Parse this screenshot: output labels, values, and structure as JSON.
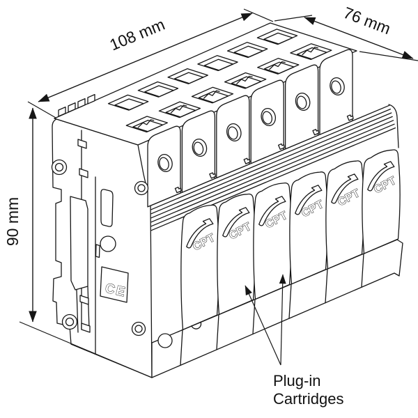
{
  "dimensions": {
    "width_label": "108 mm",
    "depth_label": "76 mm",
    "height_label": "90 mm"
  },
  "callout": {
    "line1": "Plug-in",
    "line2": "Cartridges"
  },
  "device": {
    "ce_mark": "CE",
    "module_count": 6,
    "cartridge_count": 6,
    "cartridges": [
      {
        "label": "CPT"
      },
      {
        "label": "CPT"
      },
      {
        "label": "CPT"
      },
      {
        "label": "CPT"
      },
      {
        "label": "CPT"
      },
      {
        "label": "CPT"
      }
    ]
  },
  "colors": {
    "line": "#161616",
    "background": "#ffffff"
  }
}
